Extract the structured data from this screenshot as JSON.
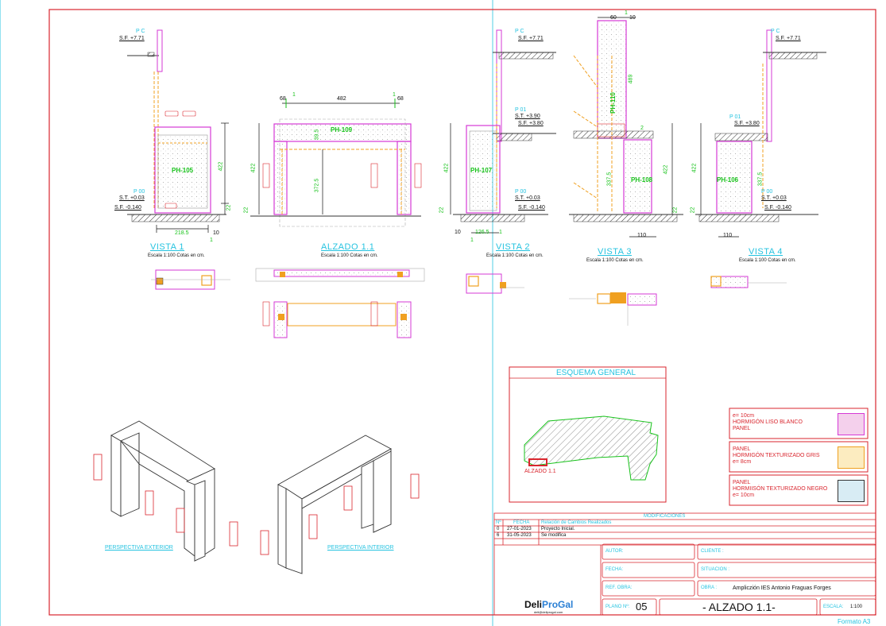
{
  "views": {
    "vista1": {
      "title": "VISTA 1",
      "scale": "Escala 1:100  Cotas en cm.",
      "panel": "PH-105",
      "levels": {
        "pc": "P C",
        "sf_top": "S.F. +7.71",
        "p00": "P 00",
        "st": "S.T. +0.03",
        "sf_low": "S.F. -0.140"
      },
      "dims": {
        "bottom": "218.5",
        "right_gap": "10",
        "marker": "1",
        "height": "422",
        "base": "22"
      }
    },
    "alzado": {
      "title": "ALZADO 1.1",
      "scale": "Escala 1:100  Cotas en cm.",
      "panel": "PH-109",
      "dims": {
        "left": "68",
        "center": "482",
        "right": "68",
        "marker_l": "1",
        "marker_r": "1",
        "height": "422",
        "inner": "372.5",
        "base": "22",
        "vert": "39.5"
      }
    },
    "vista2": {
      "title": "VISTA 2",
      "scale": "Escala 1:100  Cotas en cm.",
      "panel": "PH-107",
      "levels": {
        "pc": "P C",
        "sf_top": "S.F. +7.71",
        "p01": "P 01",
        "st_top": "S.T. +3.90",
        "sf_mid": "S.F. +3.80",
        "p00": "P 00",
        "st": "S.T. +0.03",
        "sf_low": "S.F. -0.140"
      },
      "dims": {
        "left": "10",
        "bottom": "126.5",
        "marker_l": "1",
        "marker_r": "1",
        "height": "422",
        "base": "22"
      }
    },
    "vista3": {
      "title": "VISTA 3",
      "scale": "Escala 1:100  Cotas en cm.",
      "panel_upper": "PH-110",
      "panel_lower": "PH-108",
      "dims": {
        "top_l": "60",
        "top_r": "10",
        "marker": "1",
        "upper": "489",
        "lower": "337.5",
        "right": "422",
        "base": "22",
        "bottom": "110",
        "mid_marker": "2"
      }
    },
    "vista4": {
      "title": "VISTA 4",
      "scale": "Escala 1:100  Cotas en cm.",
      "panel": "PH-106",
      "levels": {
        "pc": "P C",
        "sf_top": "S.F. +7.71",
        "p01": "P 01",
        "sf_mid": "S.F. +3.80",
        "p00": "P 00",
        "st": "S.T. +0.03",
        "sf_low": "S.F. -0.140"
      },
      "dims": {
        "height": "422",
        "inner": "337.5",
        "base": "22",
        "bottom": "110"
      }
    }
  },
  "perspectives": {
    "exterior": "PERSPECTIVA EXTERIOR",
    "interior": "PERSPECTIVA INTERIOR"
  },
  "schema": {
    "title": "ESQUEMA GENERAL",
    "label": "ALZADO 1.1"
  },
  "materials": [
    {
      "text": "e= 10cm\nHORMIGÓN LISO BLANCO\nPANEL",
      "swatch": "#f4d0ec"
    },
    {
      "text": "PANEL\nHORMIGÓN TEXTURIZADO GRIS\ne= 8cm",
      "swatch": "#fcecc0"
    },
    {
      "text": "PANEL\nHORMIISÓN TEXTURIZADO NEGRO\ne= 10cm",
      "swatch": "#d8ecf4"
    }
  ],
  "modifications": {
    "title": "MODIFICACIONES",
    "headers": [
      "Nº",
      "FECHA",
      "Relación de Cambios Realizados"
    ],
    "rows": [
      {
        "n": "0",
        "date": "27-01-2023",
        "desc": "Proyecto Inicial."
      },
      {
        "n": "6",
        "date": "31-05-2023",
        "desc": "Se modifica"
      }
    ]
  },
  "titleblock": {
    "autor": "AUTOR:",
    "fecha": "FECHA:",
    "ref": "REF. OBRA:",
    "plano_label": "PLANO Nº:",
    "plano_num": "05",
    "cliente": "CLIENTE   :",
    "situacion": "SITUACION   :",
    "obra_label": "OBRA   :",
    "obra": "Ampliczión IES Antonio Fraguas Forges",
    "title": "- ALZADO 1.1-",
    "escala_label": "ESCALA:",
    "escala": "1:100"
  },
  "logo": {
    "text_a": "Deli",
    "text_b": "ProGal",
    "email": "deli@deliprogal.com"
  },
  "format": "Formato A3",
  "colors": {
    "frame": "#d9262e",
    "cyan": "#25c3e0",
    "green": "#17c21a",
    "magenta": "#d63ad6",
    "orange": "#f0a020"
  }
}
